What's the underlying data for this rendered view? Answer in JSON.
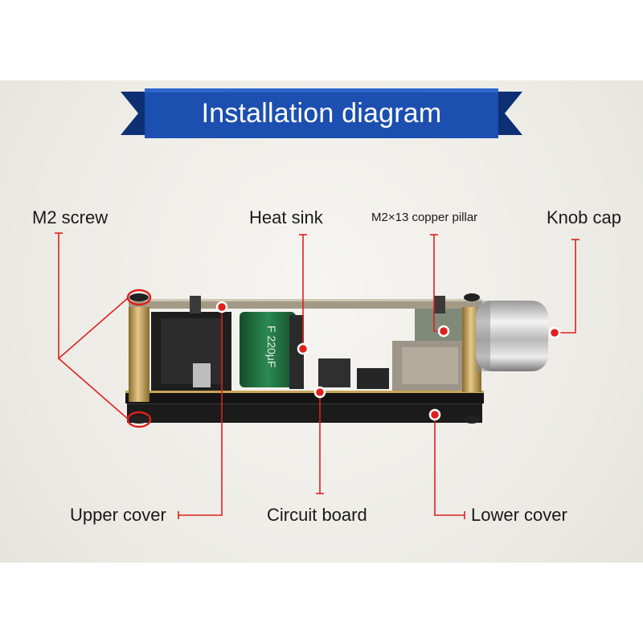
{
  "title": "Installation diagram",
  "labels": {
    "m2_screw": "M2 screw",
    "heat_sink": "Heat sink",
    "copper_pillar": "M2×13 copper pillar",
    "knob_cap": "Knob cap",
    "upper_cover": "Upper cover",
    "circuit_board": "Circuit board",
    "lower_cover": "Lower cover"
  },
  "capacitor_marking": "F 220μF",
  "colors": {
    "banner": "#1c4fb0",
    "banner_dark": "#0d2f74",
    "leader": "#e0201c",
    "board": "#1b1b1b",
    "capacitor": "#1f6e3f",
    "brass": "#c9a557"
  }
}
